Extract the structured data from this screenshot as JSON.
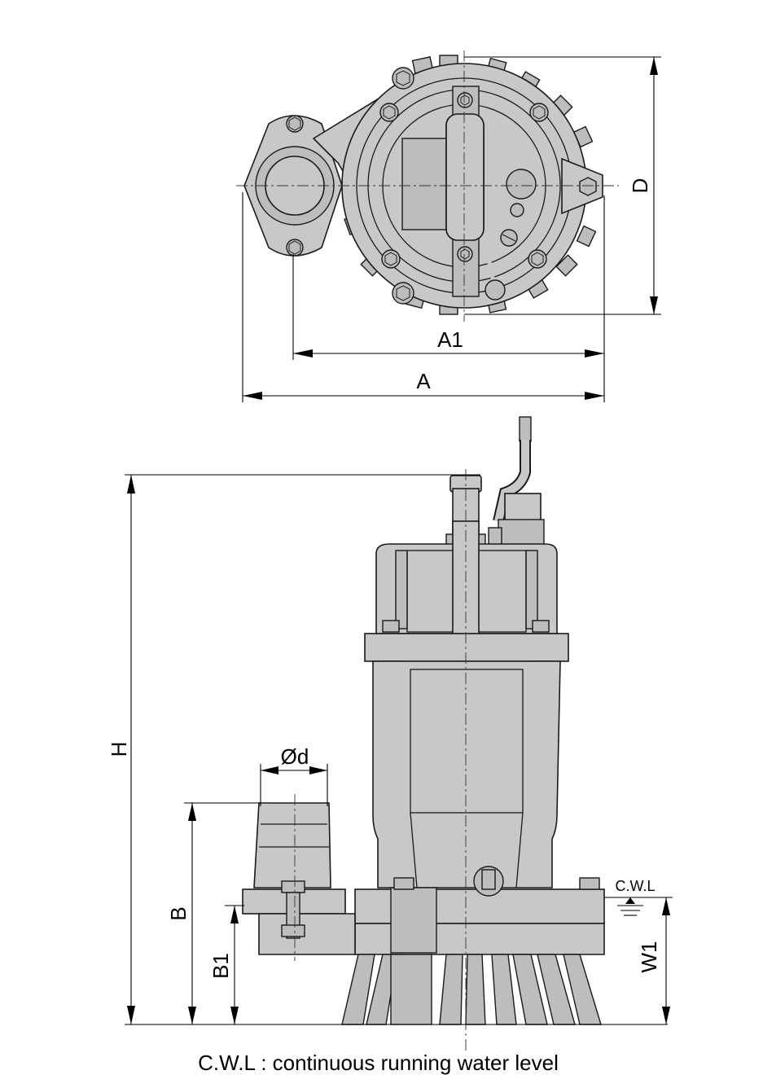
{
  "labels": {
    "dim_D": "D",
    "dim_A1": "A1",
    "dim_A": "A",
    "dim_H": "H",
    "dim_d": "Ød",
    "dim_B": "B",
    "dim_B1": "B1",
    "dim_W1": "W1",
    "cwl": "C.W.L"
  },
  "caption": "C.W.L : continuous running water level"
}
